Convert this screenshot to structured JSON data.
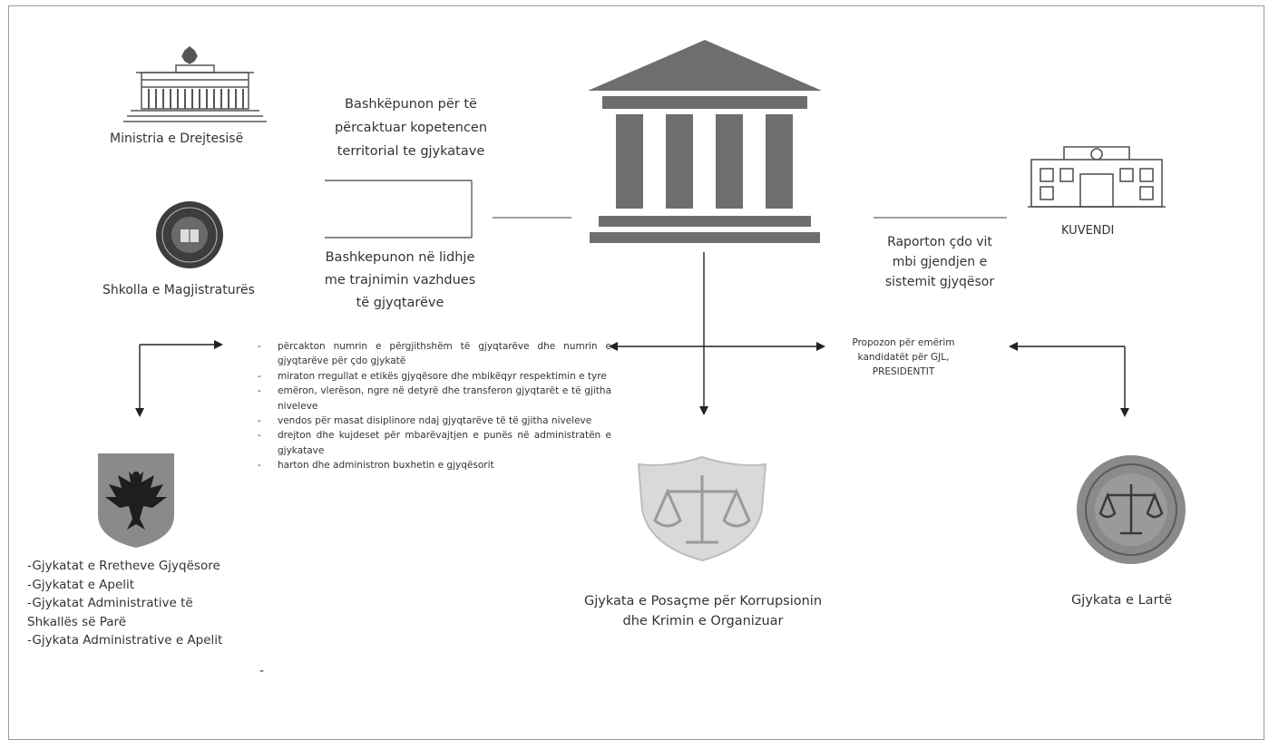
{
  "diagram": {
    "ministry": {
      "label": "Ministria e Drejtesisë",
      "icon": "ministry-building-icon"
    },
    "school": {
      "label": "Shkolla e Magjistraturës",
      "icon": "school-seal-icon"
    },
    "council_icon": "courthouse-columns-icon",
    "parliament": {
      "label": "KUVENDI",
      "icon": "parliament-building-icon"
    },
    "ministry_relation": [
      "Bashkëpunon për të",
      "përcaktuar kopetencen",
      "territorial te gjykatave"
    ],
    "school_relation": [
      "Bashkepunon në lidhje",
      "me trajnimin vazhdues",
      "të gjyqtarëve"
    ],
    "parliament_relation": [
      "Raporton çdo vit",
      "mbi gjendjen e",
      "sistemit gjyqësor"
    ],
    "president_relation": [
      "Propozon për emërim",
      "kandidatët për GJL,",
      "PRESIDENTIT"
    ],
    "council_functions": [
      "përcakton numrin e përgjithshëm të gjyqtarëve dhe numrin e gjyqtarëve për çdo gjykatë",
      "miraton rregullat e etikës gjyqësore dhe mbikëqyr respektimin e tyre",
      "emëron, vlerëson, ngre në detyrë dhe transferon gjyqtarët e të gjitha niveleve",
      "vendos për masat disiplinore ndaj gjyqtarëve të të gjitha niveleve",
      "drejton dhe kujdeset për mbarëvajtjen e punës në administratën e gjykatave",
      "harton dhe administron buxhetin e gjyqësorit"
    ],
    "lower_courts": {
      "icon": "albanian-eagle-emblem-icon",
      "lines": [
        "-Gjykatat e Rretheve Gjyqësore",
        "-Gjykatat e Apelit",
        "-Gjykatat Administrative të",
        "Shkallës së Parë",
        "-Gjykata Administrative e Apelit"
      ],
      "trailing_dash": "-"
    },
    "special_court": {
      "icon": "special-court-shield-icon",
      "lines": [
        "Gjykata e Posaçme për Korrupsionin",
        "dhe Krimin e Organizuar"
      ]
    },
    "high_court": {
      "icon": "high-court-seal-icon",
      "label": "Gjykata e Lartë"
    }
  },
  "colors": {
    "icon_gray": "#6e6e6e",
    "light_gray": "#b8b8b8",
    "text": "#333333",
    "line": "#222222"
  }
}
